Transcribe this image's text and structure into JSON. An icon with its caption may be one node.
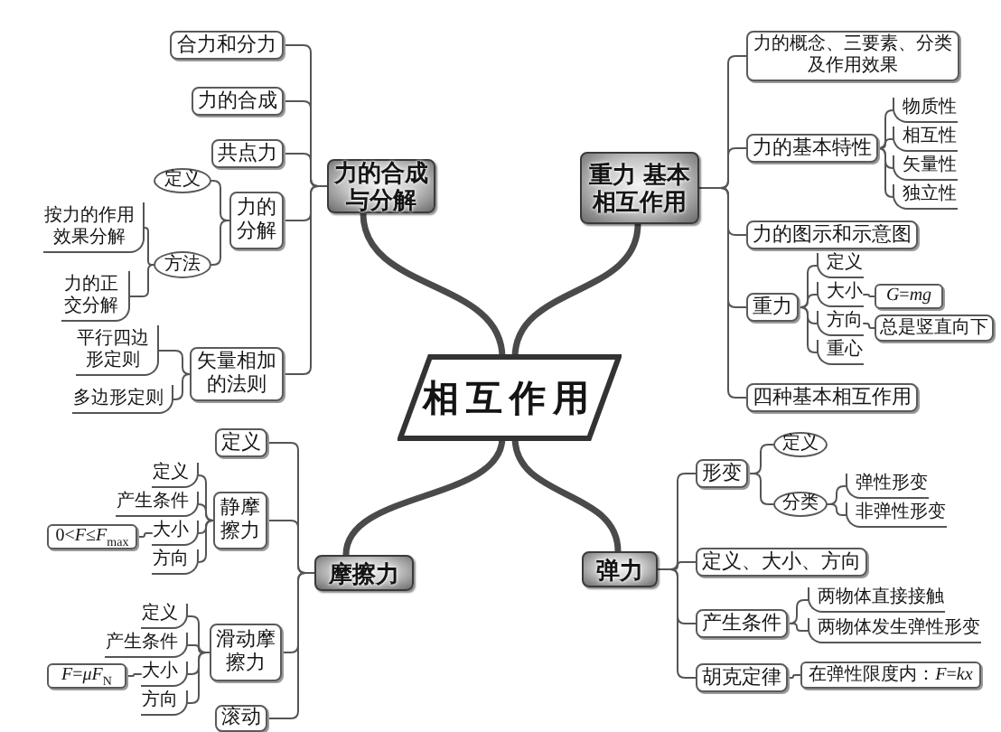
{
  "diagram": {
    "nodes": [
      {
        "text": [
          "相互作用"
        ]
      },
      {
        "text": [
          "力的合成与分解"
        ]
      },
      {
        "text": [
          "合力和分力"
        ]
      },
      {
        "text": [
          "力的合成"
        ]
      },
      {
        "text": [
          "共点力"
        ]
      },
      {
        "text": [
          "力的分解"
        ]
      },
      {
        "text": [
          "定义"
        ]
      },
      {
        "text": [
          "方法"
        ]
      },
      {
        "text": [
          "按力的作用效果分解"
        ]
      },
      {
        "text": [
          "力的正交分解"
        ]
      },
      {
        "text": [
          "矢量相加的法则"
        ]
      },
      {
        "text": [
          "平行四边形定则"
        ]
      },
      {
        "text": [
          "多边形定则"
        ]
      },
      {
        "text": [
          "重力 基本相互作用"
        ]
      },
      {
        "text": [
          "力的概念、三要素、分类及作用效果"
        ]
      },
      {
        "text": [
          "力的基本特性"
        ]
      },
      {
        "text": [
          "物质性"
        ]
      },
      {
        "text": [
          "相互性"
        ]
      },
      {
        "text": [
          "矢量性"
        ]
      },
      {
        "text": [
          "独立性"
        ]
      },
      {
        "text": [
          "力的图示和示意图"
        ]
      },
      {
        "text": [
          "重力"
        ]
      },
      {
        "text": [
          "定义"
        ]
      },
      {
        "text": [
          "大小"
        ]
      },
      {
        "text": [
          "*G*=*mg*"
        ]
      },
      {
        "text": [
          "方向"
        ]
      },
      {
        "text": [
          "总是竖直向下"
        ]
      },
      {
        "text": [
          "重心"
        ]
      },
      {
        "text": [
          "四种基本相互作用"
        ]
      },
      {
        "text": [
          "摩擦力"
        ]
      },
      {
        "text": [
          "定义"
        ]
      },
      {
        "text": [
          "静摩擦力"
        ]
      },
      {
        "text": [
          "定义"
        ]
      },
      {
        "text": [
          "产生条件"
        ]
      },
      {
        "text": [
          "大小"
        ]
      },
      {
        "text": [
          "0<*F*≤*F*$_{max}$"
        ]
      },
      {
        "text": [
          "方向"
        ]
      },
      {
        "text": [
          "滑动摩擦力"
        ]
      },
      {
        "text": [
          "定义"
        ]
      },
      {
        "text": [
          "产生条件"
        ]
      },
      {
        "text": [
          "大小"
        ]
      },
      {
        "text": [
          "*F*=*μF*$_{N}$"
        ]
      },
      {
        "text": [
          "方向"
        ]
      },
      {
        "text": [
          "滚动"
        ]
      },
      {
        "text": [
          "弹力"
        ]
      },
      {
        "text": [
          "形变"
        ]
      },
      {
        "text": [
          "定义"
        ]
      },
      {
        "text": [
          "分类"
        ]
      },
      {
        "text": [
          "弹性形变"
        ]
      },
      {
        "text": [
          "非弹性形变"
        ]
      },
      {
        "text": [
          "定义、大小、方向"
        ]
      },
      {
        "text": [
          "产生条件"
        ]
      },
      {
        "text": [
          "两物体直接接触"
        ]
      },
      {
        "text": [
          "两物体发生弹性形变"
        ]
      },
      {
        "text": [
          "胡克定律"
        ]
      },
      {
        "text": [
          "在弹性限度内：*F*=*kx*"
        ]
      }
    ],
    "edges": [
      {
        "from": 0,
        "to": 1,
        "arrow": "none",
        "style": "thick"
      },
      {
        "from": 0,
        "to": 13,
        "arrow": "none",
        "style": "thick"
      },
      {
        "from": 0,
        "to": 29,
        "arrow": "none",
        "style": "thick"
      },
      {
        "from": 0,
        "to": 44,
        "arrow": "none",
        "style": "thick"
      },
      {
        "from": 1,
        "to": 2,
        "arrow": "none"
      },
      {
        "from": 1,
        "to": 3,
        "arrow": "none"
      },
      {
        "from": 1,
        "to": 4,
        "arrow": "none"
      },
      {
        "from": 1,
        "to": 5,
        "arrow": "none"
      },
      {
        "from": 1,
        "to": 10,
        "arrow": "none"
      },
      {
        "from": 5,
        "to": 6,
        "arrow": "none"
      },
      {
        "from": 5,
        "to": 7,
        "arrow": "none"
      },
      {
        "from": 7,
        "to": 8,
        "arrow": "none"
      },
      {
        "from": 7,
        "to": 9,
        "arrow": "none"
      },
      {
        "from": 10,
        "to": 11,
        "arrow": "none"
      },
      {
        "from": 10,
        "to": 12,
        "arrow": "none"
      },
      {
        "from": 13,
        "to": 14,
        "arrow": "none"
      },
      {
        "from": 13,
        "to": 15,
        "arrow": "none"
      },
      {
        "from": 13,
        "to": 20,
        "arrow": "none"
      },
      {
        "from": 13,
        "to": 21,
        "arrow": "none"
      },
      {
        "from": 13,
        "to": 28,
        "arrow": "none"
      },
      {
        "from": 15,
        "to": 16,
        "arrow": "none"
      },
      {
        "from": 15,
        "to": 17,
        "arrow": "none"
      },
      {
        "from": 15,
        "to": 18,
        "arrow": "none"
      },
      {
        "from": 15,
        "to": 19,
        "arrow": "none"
      },
      {
        "from": 21,
        "to": 22,
        "arrow": "none"
      },
      {
        "from": 21,
        "to": 23,
        "arrow": "none"
      },
      {
        "from": 21,
        "to": 25,
        "arrow": "none"
      },
      {
        "from": 21,
        "to": 27,
        "arrow": "none"
      },
      {
        "from": 23,
        "to": 24,
        "arrow": "none"
      },
      {
        "from": 25,
        "to": 26,
        "arrow": "none"
      },
      {
        "from": 29,
        "to": 30,
        "arrow": "none"
      },
      {
        "from": 29,
        "to": 31,
        "arrow": "none"
      },
      {
        "from": 29,
        "to": 37,
        "arrow": "none"
      },
      {
        "from": 29,
        "to": 43,
        "arrow": "none"
      },
      {
        "from": 31,
        "to": 32,
        "arrow": "none"
      },
      {
        "from": 31,
        "to": 33,
        "arrow": "none"
      },
      {
        "from": 31,
        "to": 34,
        "arrow": "none"
      },
      {
        "from": 31,
        "to": 36,
        "arrow": "none"
      },
      {
        "from": 34,
        "to": 35,
        "arrow": "none"
      },
      {
        "from": 37,
        "to": 38,
        "arrow": "none"
      },
      {
        "from": 37,
        "to": 39,
        "arrow": "none"
      },
      {
        "from": 37,
        "to": 40,
        "arrow": "none"
      },
      {
        "from": 37,
        "to": 42,
        "arrow": "none"
      },
      {
        "from": 40,
        "to": 41,
        "arrow": "none"
      },
      {
        "from": 44,
        "to": 45,
        "arrow": "none"
      },
      {
        "from": 44,
        "to": 50,
        "arrow": "none"
      },
      {
        "from": 44,
        "to": 51,
        "arrow": "none"
      },
      {
        "from": 44,
        "to": 54,
        "arrow": "none"
      },
      {
        "from": 45,
        "to": 46,
        "arrow": "none"
      },
      {
        "from": 45,
        "to": 47,
        "arrow": "none"
      },
      {
        "from": 47,
        "to": 48,
        "arrow": "none"
      },
      {
        "from": 47,
        "to": 49,
        "arrow": "none"
      },
      {
        "from": 51,
        "to": 52,
        "arrow": "none"
      },
      {
        "from": 51,
        "to": 53,
        "arrow": "none"
      },
      {
        "from": 54,
        "to": 55,
        "arrow": "none"
      }
    ]
  }
}
